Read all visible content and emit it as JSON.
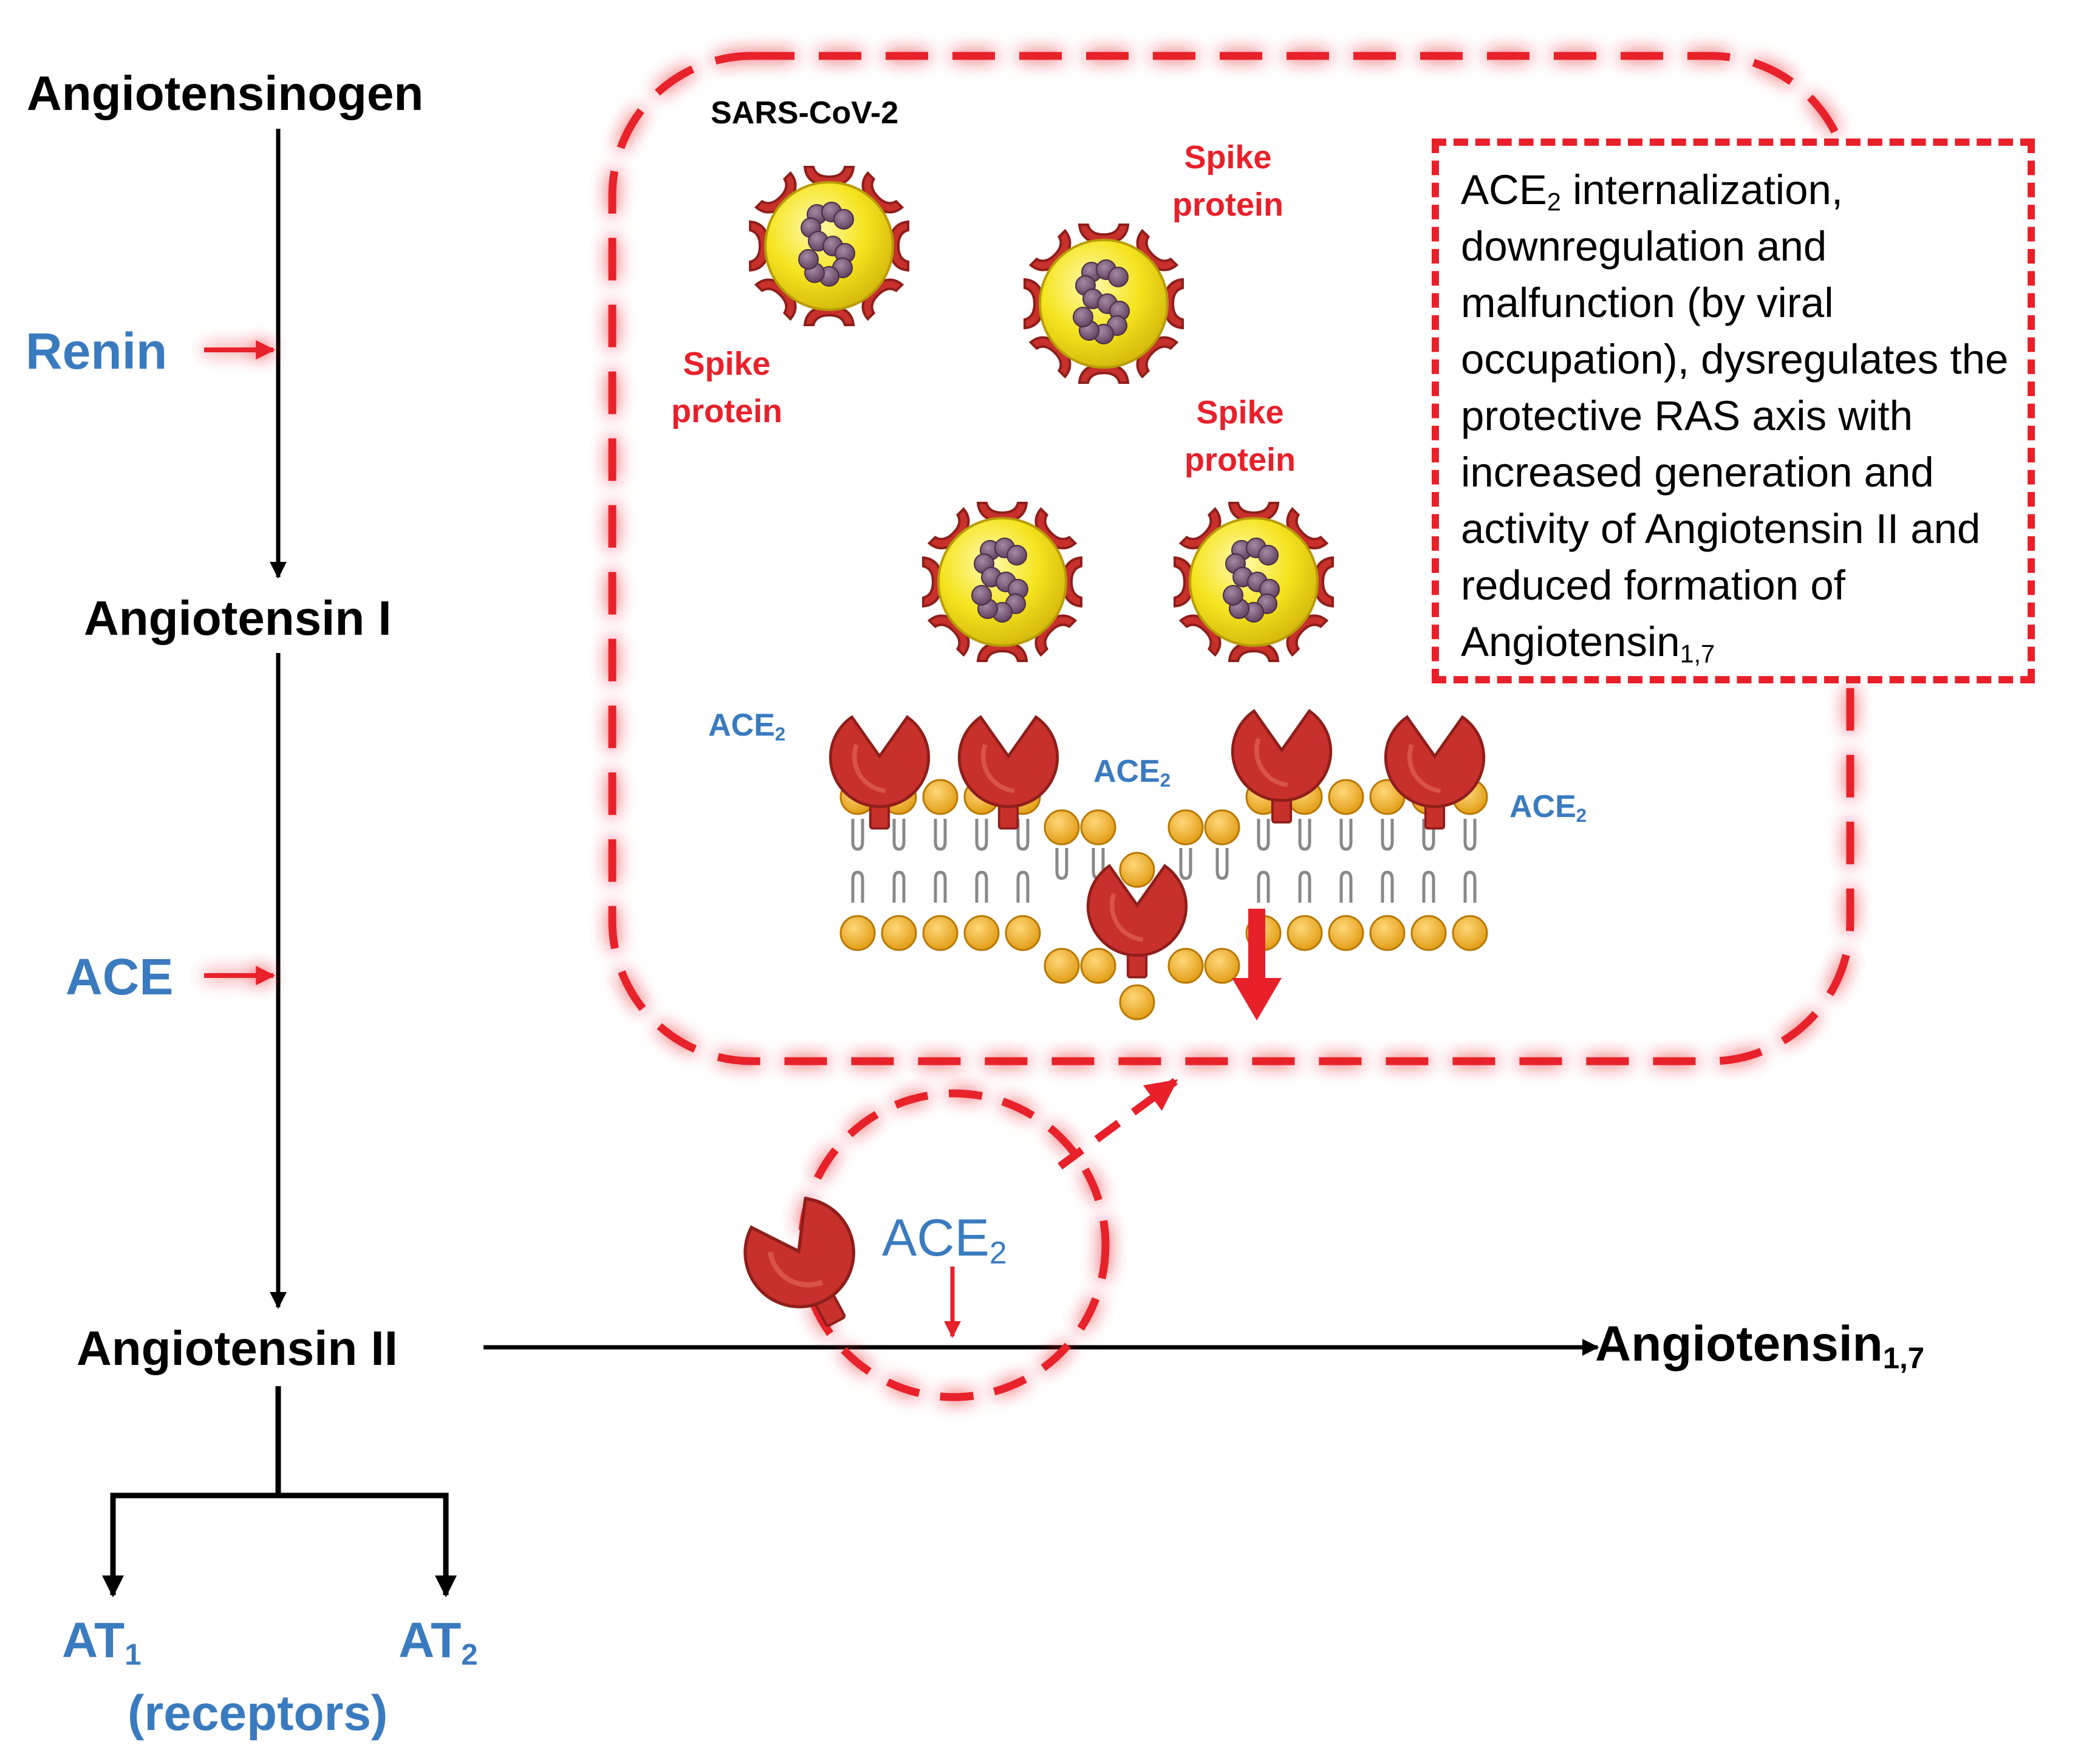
{
  "pathway": {
    "angiotensinogen": "Angiotensinogen",
    "renin": "Renin",
    "angiotensin_1": "Angiotensin I",
    "ace": "ACE",
    "angiotensin_2": "Angiotensin II",
    "angiotensin_17_base": "Angiotensin",
    "angiotensin_17_sub": "1,7",
    "ace2_base": "ACE",
    "ace2_sub": "2"
  },
  "receptors": {
    "at1_base": "AT",
    "at1_sub": "1",
    "at2_base": "AT",
    "at2_sub": "2",
    "caption": "(receptors)"
  },
  "inset": {
    "virus_name": "SARS-CoV-2",
    "spike_line1": "Spike",
    "spike_line2": "protein",
    "ace2_base": "ACE",
    "ace2_sub": "2"
  },
  "effect_box": {
    "part1": "ACE",
    "part1_sub": "2",
    "part2": " internalization, downregulation and malfunction (by viral occupation), dysregulates the protective RAS axis with increased generation and activity of Angiotensin II and reduced formation of Angiotensin",
    "part3_sub": "1,7"
  },
  "colors": {
    "highlight_red": "#e8202a",
    "enzyme_blue": "#3a7bbf",
    "ace2_protein": "#c8302c",
    "virus_yellow": "#f2e21a",
    "rna_purple": "#7b5a78",
    "lipid_orange": "#f0a818"
  },
  "icons": [
    "arrow-icon",
    "virus-icon",
    "ace2-receptor-icon",
    "lipid-bilayer-icon",
    "internalization-arrow-icon"
  ]
}
